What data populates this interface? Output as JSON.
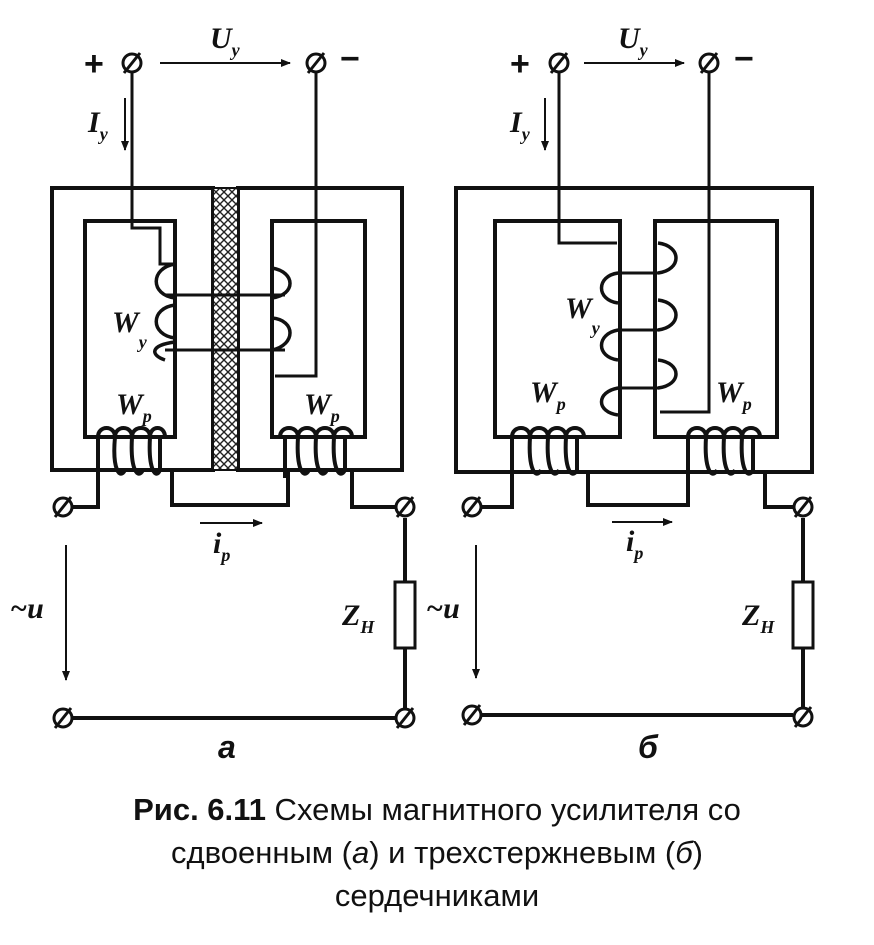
{
  "labels": {
    "plus": "+",
    "minus": "−",
    "control_voltage": "U",
    "control_voltage_sub": "у",
    "control_current": "I",
    "control_current_sub": "у",
    "control_winding": "W",
    "control_winding_sub": "у",
    "working_winding": "W",
    "working_winding_sub": "p",
    "working_current": "i",
    "working_current_sub": "p",
    "ac_voltage": "~u",
    "load": "Z",
    "load_sub": "H"
  },
  "panels": {
    "a": {
      "label": "а"
    },
    "b": {
      "label": "б"
    }
  },
  "caption": {
    "figure": "Рис. 6.11",
    "line1_text": " Схемы магнитного усилителя со",
    "line2_pre": "сдвоенным (",
    "line2_a": "а",
    "line2_mid": ") и трехстержневым (",
    "line2_b": "б",
    "line2_post": ")",
    "line3": "сердечниками"
  }
}
